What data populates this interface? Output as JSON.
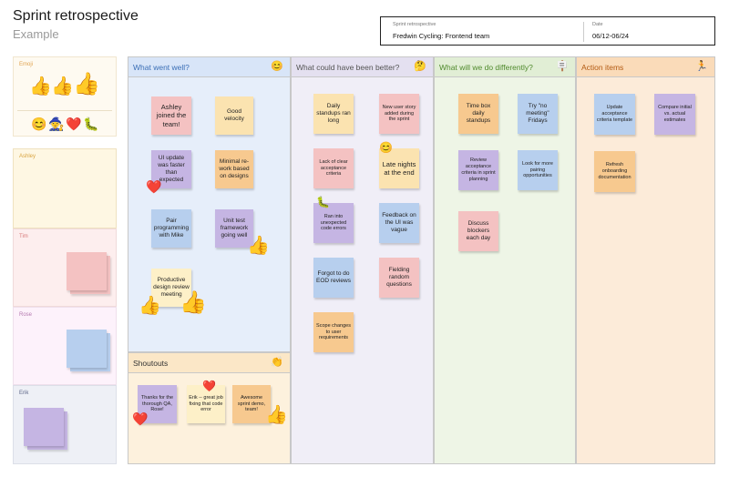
{
  "header": {
    "title": "Sprint retrospective",
    "subtitle": "Example"
  },
  "info": {
    "topic_label": "Sprint retrospective",
    "topic_value": "Fredwin Cycling: Frontend team",
    "date_label": "Date",
    "date_value": "06/12-06/24"
  },
  "lanes": {
    "emoji": "Emoji",
    "ashley": "Ashley",
    "tim": "Tim",
    "rose": "Rose",
    "erik": "Erik"
  },
  "colors": {
    "went_well_bg": "#e6eefa",
    "better_bg": "#f0eef7",
    "different_bg": "#eef5e6",
    "action_bg": "#fcebd9",
    "shoutouts_bg": "#fdf1dd"
  },
  "columns": {
    "went_well": {
      "title": "What went well?",
      "icon": "smile-icon",
      "notes": [
        "Ashley joined the team!",
        "Good velocity",
        "UI update was faster than expected",
        "Minimal re-work based on designs",
        "Pair programming with Mike",
        "Unit test framework going well",
        "Productive design review meeting"
      ]
    },
    "better": {
      "title": "What could have been better?",
      "icon": "thinking-icon",
      "notes": [
        "Daily standups ran long",
        "New user story added during the sprint",
        "Lack of clear acceptance criteria",
        "Late nights at the end",
        "Ran into unexpected code errors",
        "Feedback on the UI was vague",
        "Forgot to do EOD reviews",
        "Fielding random questions",
        "Scope changes to user requirements"
      ]
    },
    "different": {
      "title": "What will we do differently?",
      "icon": "signpost-icon",
      "notes": [
        "Time box daily standups",
        "Try \"no meeting\" Fridays",
        "Review acceptance criteria in sprint planning",
        "Look for more pairing opportunities",
        "Discuss blockers each day"
      ]
    },
    "action": {
      "title": "Action items",
      "icon": "running-icon",
      "notes": [
        "Update acceptance criteria template",
        "Compare initial vs. actual estimates",
        "Refresh onboarding documentation"
      ]
    },
    "shoutouts": {
      "title": "Shoutouts",
      "icon": "clapping-icon",
      "notes": [
        "Thanks for the thorough QA, Rose!",
        "Erik -- great job fixing that code error",
        "Awesome sprint demo, team!"
      ]
    }
  },
  "glyphs": {
    "thumb": "👍",
    "heart": "❤️",
    "smile": "😊",
    "wizard": "🧙",
    "bug": "🐛",
    "run": "🏃",
    "clap": "👏",
    "sign": "🪧",
    "think": "🤔"
  }
}
